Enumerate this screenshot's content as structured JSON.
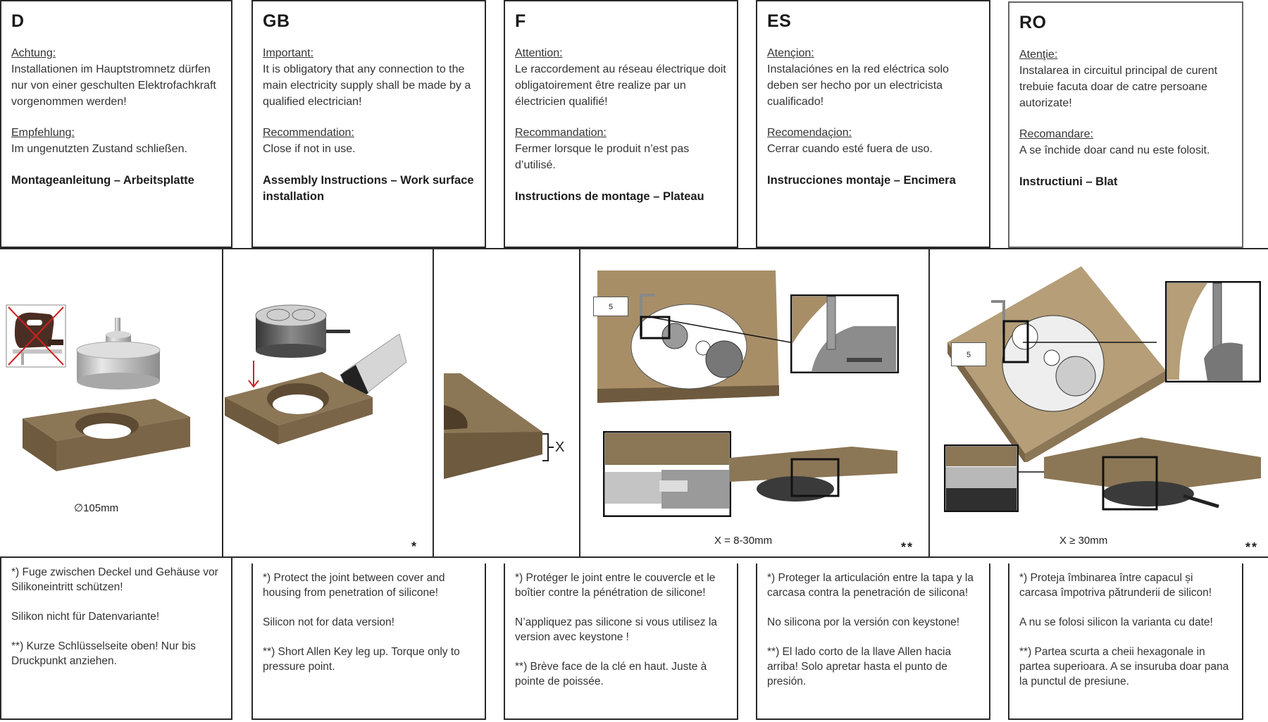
{
  "languages": [
    {
      "code": "D",
      "warning_heading": "Achtung:",
      "warning_text": "Installationen im Hauptstromnetz dürfen nur von einer geschulten Elektrofachkraft vorgenommen werden!",
      "recommendation_heading": "Empfehlung:",
      "recommendation_text": "Im ungenutzten Zustand schließen.",
      "title": "Montageanleitung – Arbeitsplatte",
      "note_silicone": "*) Fuge zwischen Deckel und Gehäuse vor Silikoneintritt schützen!",
      "note_data": "Silikon nicht für Datenvariante!",
      "note_key": "**) Kurze Schlüsselseite oben! Nur bis Druckpunkt anziehen."
    },
    {
      "code": "GB",
      "warning_heading": "Important:",
      "warning_text": "It is obligatory that any connection to the main electricity supply shall be made by a qualified electrician!",
      "recommendation_heading": "Recommendation:",
      "recommendation_text": "Close if not in use.",
      "title": "Assembly Instructions – Work surface installation",
      "note_silicone": "*) Protect the joint between cover and housing from penetration of silicone!",
      "note_data": "Silicon not for data version!",
      "note_key": "**) Short Allen Key leg up. Torque only to pressure point."
    },
    {
      "code": "F",
      "warning_heading": "Attention:",
      "warning_text": "Le raccordement au réseau électrique doit obligatoirement être realize par un électricien qualifié!",
      "recommendation_heading": "Recommandation:",
      "recommendation_text": "Fermer lorsque le produit n’est pas d’utilisé.",
      "title": "Instructions de montage – Plateau",
      "note_silicone": "*) Protéger le joint entre le couvercle et le boîtier contre la pénétration de silicone!",
      "note_data": "N’appliquez pas silicone si vous utilisez la version avec keystone !",
      "note_key": "**) Brève face de la clé en haut. Juste à pointe de poissée."
    },
    {
      "code": "ES",
      "warning_heading": "Atençion:",
      "warning_text": "Instalaciónes en la red eléctrica solo deben ser hecho por un electricista cualificado!",
      "recommendation_heading": "Recomendaçion:",
      "recommendation_text": "Cerrar cuando esté fuera de uso.",
      "title": "Instrucciones montaje – Encimera",
      "note_silicone": "*) Proteger la articulación entre la tapa y la carcasa contra la penetración de silicona!",
      "note_data": "No silicona por la versión con keystone!",
      "note_key": "**) El lado corto de la llave Allen hacia arriba! Solo apretar hasta el punto de presión."
    },
    {
      "code": "RO",
      "warning_heading": "Atenţie:",
      "warning_text": "Instalarea in circuitul principal de curent trebuie facuta doar de catre persoane autorizate!",
      "recommendation_heading": "Recomandare:",
      "recommendation_text": "A se închide doar cand nu este folosit.",
      "title": "Instructiuni – Blat",
      "note_silicone": "*) Proteja îmbinarea între capacul și carcasa împotriva pătrunderii de silicon!",
      "note_data": "A nu se folosi silicon la varianta cu date!",
      "note_key": "**) Partea scurta a cheii hexagonale in partea superioara. A se insuruba doar pana la punctul de presiune."
    }
  ],
  "steps": {
    "drill": {
      "diameter_label": "∅105mm",
      "forbidden_tool_icon": "jigsaw-crossed-icon"
    },
    "silicone": {
      "marker": "*"
    },
    "thickness": {
      "dimension_label": "X"
    },
    "thin_mount": {
      "range_label": "X = 8-30mm",
      "marker": "**",
      "key_size_label": "5"
    },
    "thick_mount": {
      "range_label": "X ≥ 30mm",
      "marker": "**",
      "key_size_label": "5"
    }
  },
  "colors": {
    "border": "#2a2a2a",
    "wood_light": "#b59e78",
    "wood_dark": "#6e5a3e",
    "metal": "#c8c8c8",
    "cross_red": "#d02020",
    "arrow_red": "#c62828"
  }
}
